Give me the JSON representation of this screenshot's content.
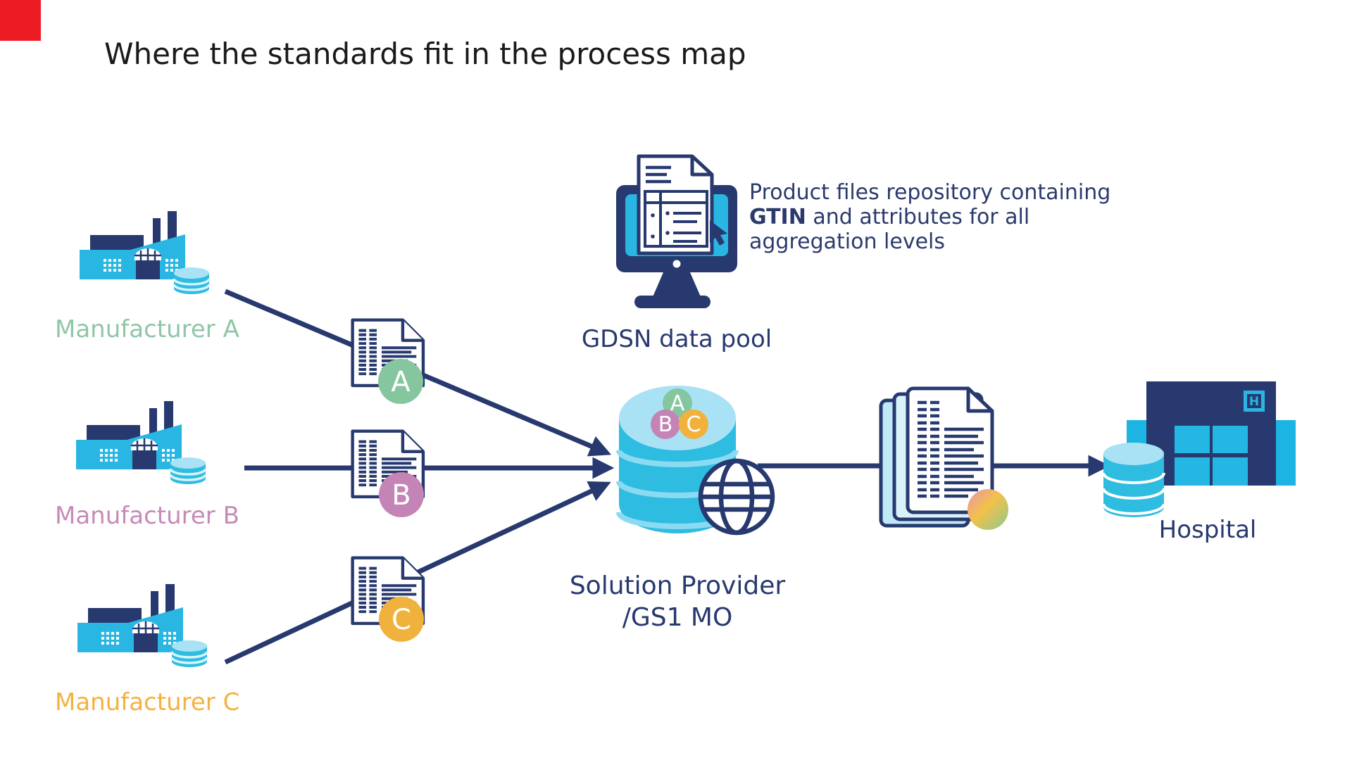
{
  "title": "Where the standards fit in the process map",
  "corner_marker_color": "#ed1c24",
  "manufacturers": [
    {
      "label": "Manufacturer A",
      "badge": "A",
      "label_color": "#8fc6a5",
      "badge_color": "#85c69e"
    },
    {
      "label": "Manufacturer B",
      "badge": "B",
      "label_color": "#c78ab8",
      "badge_color": "#c584b6"
    },
    {
      "label": "Manufacturer C",
      "badge": "C",
      "label_color": "#f5b13e",
      "badge_color": "#f0b23c"
    }
  ],
  "gdsn_data_pool": {
    "label": "GDSN data pool",
    "description": {
      "line1": "Product files repository containing",
      "bold": "GTIN",
      "line2_rest": " and attributes for all",
      "line3": "aggregation levels"
    }
  },
  "solution_provider": {
    "line1": "Solution Provider",
    "line2": "/GS1 MO"
  },
  "hospital": {
    "label": "Hospital",
    "sign_letter": "H"
  },
  "icons": {
    "monitor": "monitor-product-file-icon",
    "globe": "globe-icon",
    "database": "database-cylinder-icon",
    "factory": "factory-icon",
    "document": "document-icon",
    "document_stack": "document-stack-icon",
    "hospital_building": "hospital-building-icon"
  },
  "colors": {
    "navy": "#27396e",
    "cyan": "#29b6e3",
    "cylinder_cyan": "#2fbce1",
    "cylinder_top": "#a9e2f4",
    "pale_page": "#c3eaf7",
    "rainbow_pink": "#e993ae",
    "rainbow_yellow": "#f2c14a",
    "rainbow_green": "#8bc98f"
  }
}
